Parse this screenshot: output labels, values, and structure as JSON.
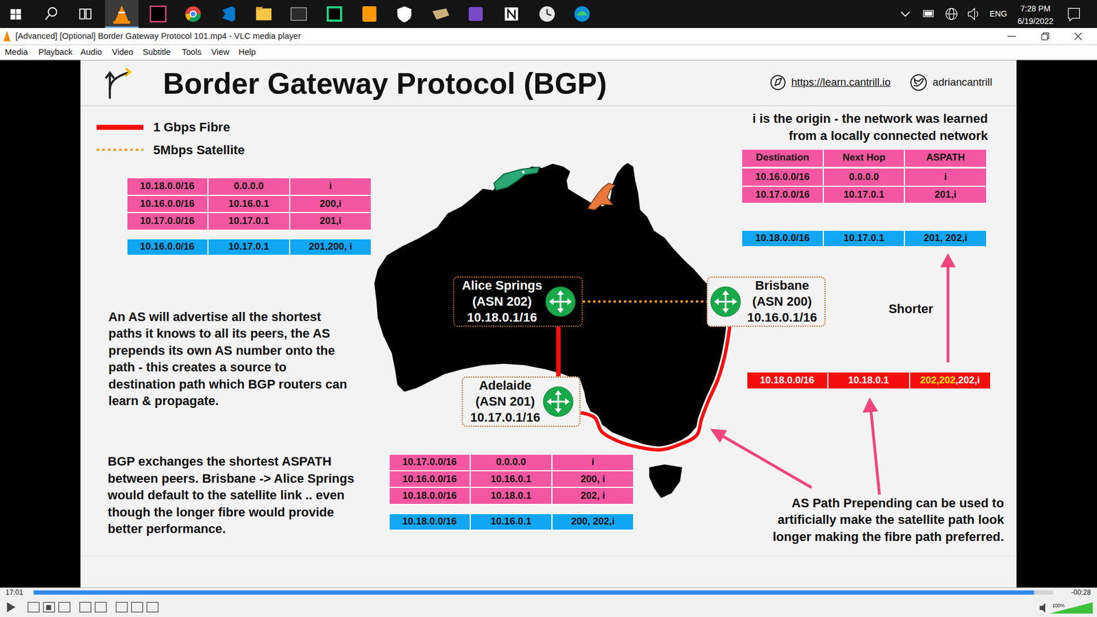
{
  "diagram": {
    "title": "Border Gateway Protocol (BGP)",
    "nodes": [
      {
        "text": [
          "Alice Springs",
          "(ASN 202)",
          "10.18.0.1/16"
        ]
      },
      {
        "text": [
          "Brisbane",
          "(ASN 200)",
          "10.16.0.1/16"
        ]
      },
      {
        "text": [
          "Adelaide",
          "(ASN 201)",
          "10.17.0.1/16"
        ]
      }
    ],
    "edges": [
      {
        "from": 0,
        "to": 1,
        "arrow": "none"
      },
      {
        "from": 0,
        "to": 2,
        "arrow": "none"
      },
      {
        "from": 2,
        "to": 1,
        "arrow": "none"
      }
    ],
    "labels": [
      "7:28 PM",
      "6/19/2022",
      "ENG",
      "[Advanced] [Optional] Border Gateway Protocol 101.mp4 - VLC media player",
      "Media",
      "Playback",
      "Audio",
      "Video",
      "Subtitle",
      "Tools",
      "View",
      "Help",
      "https://learn.cantrill.io",
      "adriancantrill",
      "i is the origin - the network was learned from a locally connected network",
      "10.18.0.0/16",
      "0.0.0.0",
      "i",
      "10.16.0.0/16",
      "10.16.0.1",
      "200,i",
      "10.17.0.0/16",
      "10.17.0.1",
      "201,i",
      "10.16.0.0/16",
      "10.17.0.1",
      "201,200, i",
      "Destination",
      "Next Hop",
      "ASPATH",
      "10.16.0.0/16",
      "0.0.0.0",
      "i",
      "10.17.0.0/16",
      "10.17.0.1",
      "201,i",
      "10.18.0.0/16",
      "10.17.0.1",
      "201, 202,i",
      "Shorter",
      "10.18.0.0/16",
      "10.18.0.1",
      "202,202",
      ",202,i",
      "An AS will advertise all the shortest paths it knows to all its peers, the AS prepends its own AS number onto the path - this creates a source to destination path which BGP routers can learn & propagate.",
      "BGP exchanges the shortest ASPATH between peers. Brisbane -> Alice Springs would default to the satellite link .. even though the longer fibre would provide better performance.",
      "10.17.0.0/16",
      "0.0.0.0",
      "i",
      "10.16.0.0/16",
      "10.16.0.1",
      "200, i",
      "10.18.0.0/16",
      "10.18.0.1",
      "202, i",
      "10.18.0.0/16",
      "10.16.0.1",
      "200, 202,i",
      "AS Path Prepending can be used to artificially make the satellite path look longer making the fibre path preferred.",
      "17:01",
      "-00:28",
      "100%"
    ],
    "legend": [
      {
        "text": "1 Gbps Fibre"
      },
      {
        "text": "5Mbps Satellite"
      }
    ]
  }
}
